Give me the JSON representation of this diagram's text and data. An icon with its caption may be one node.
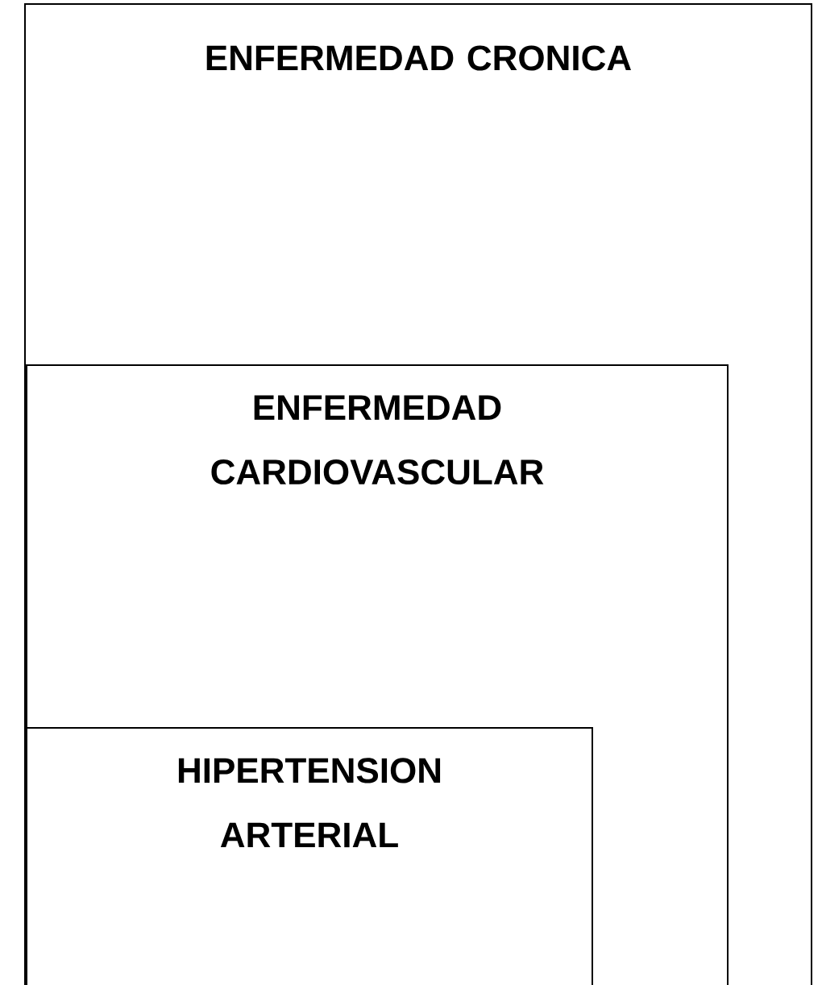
{
  "diagram": {
    "nodes": [
      {
        "text": [
          "ENFERMEDAD CRONICA"
        ]
      },
      {
        "text": [
          "ENFERMEDAD CARDIOVASCULAR"
        ],
        "in": 0
      },
      {
        "text": [
          "HIPERTENSION ARTERIAL"
        ],
        "in": 1
      }
    ]
  }
}
